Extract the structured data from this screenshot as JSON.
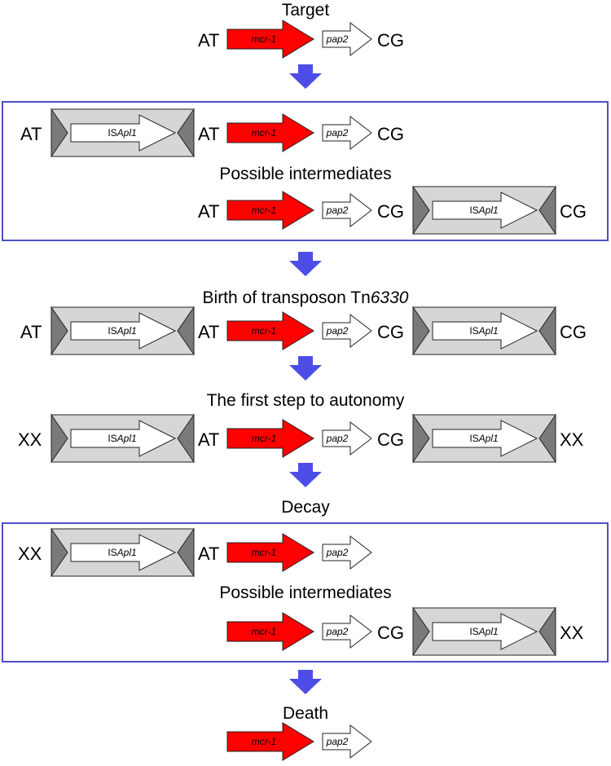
{
  "headings": {
    "target": "Target",
    "intermediates_1": "Possible intermediates",
    "birth_prefix": "Birth of transposon Tn",
    "birth_number": "6330",
    "first_step": "The first step to autonomy",
    "decay": "Decay",
    "intermediates_2": "Possible intermediates",
    "death": "Death"
  },
  "genes": {
    "mcr": "mcr-1",
    "pap": "pap2",
    "is_prefix": "IS",
    "is_suffix": "Apl1"
  },
  "sites": {
    "at": "AT",
    "cg": "CG",
    "xx": "XX"
  },
  "colors": {
    "mcr_fill": "#ff0000",
    "is_box": "#d6d6d6",
    "inverted_repeat": "#7a7a7a",
    "flow_arrow": "#4d4de6",
    "frame": "#5050c8"
  }
}
